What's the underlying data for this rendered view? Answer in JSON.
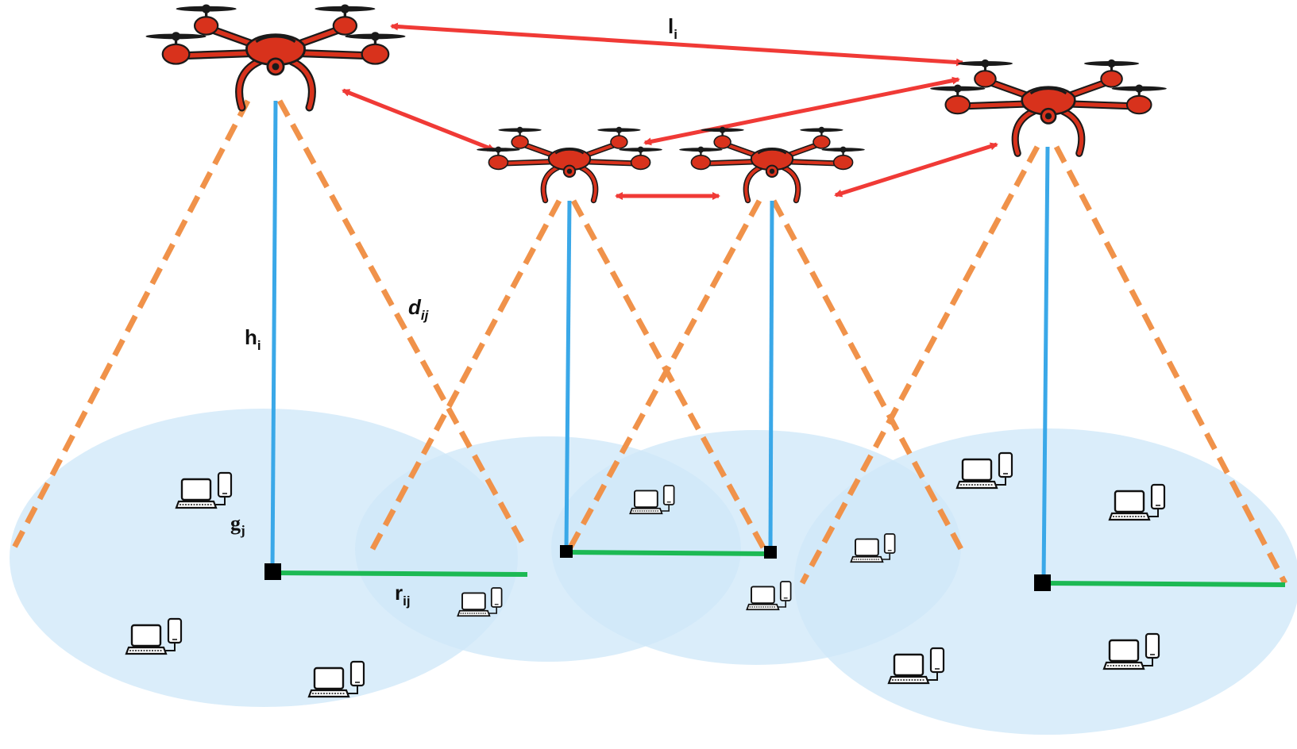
{
  "labels": {
    "link_distance": {
      "main": "l",
      "sub": "i"
    },
    "altitude": {
      "main": "h",
      "sub": "i"
    },
    "slant_distance": {
      "main": "d",
      "sub": "ij"
    },
    "ground_radius": {
      "main": "r",
      "sub": "ij"
    },
    "ground_user": {
      "main": "g",
      "sub": "j"
    }
  },
  "colors": {
    "coverage_fill": "#cfe8f8",
    "altitude_line": "#3aa8e8",
    "radius_line": "#1db954",
    "beam_edge": "#f0924a",
    "inter_uav_link": "#f03a36",
    "drone_body": "#d8321c",
    "drone_outline": "#1a1a1a",
    "ground_point": "#000000"
  },
  "icons": {
    "uav": "quadcopter-drone-icon",
    "user": "laptop-phone-user-icon"
  }
}
